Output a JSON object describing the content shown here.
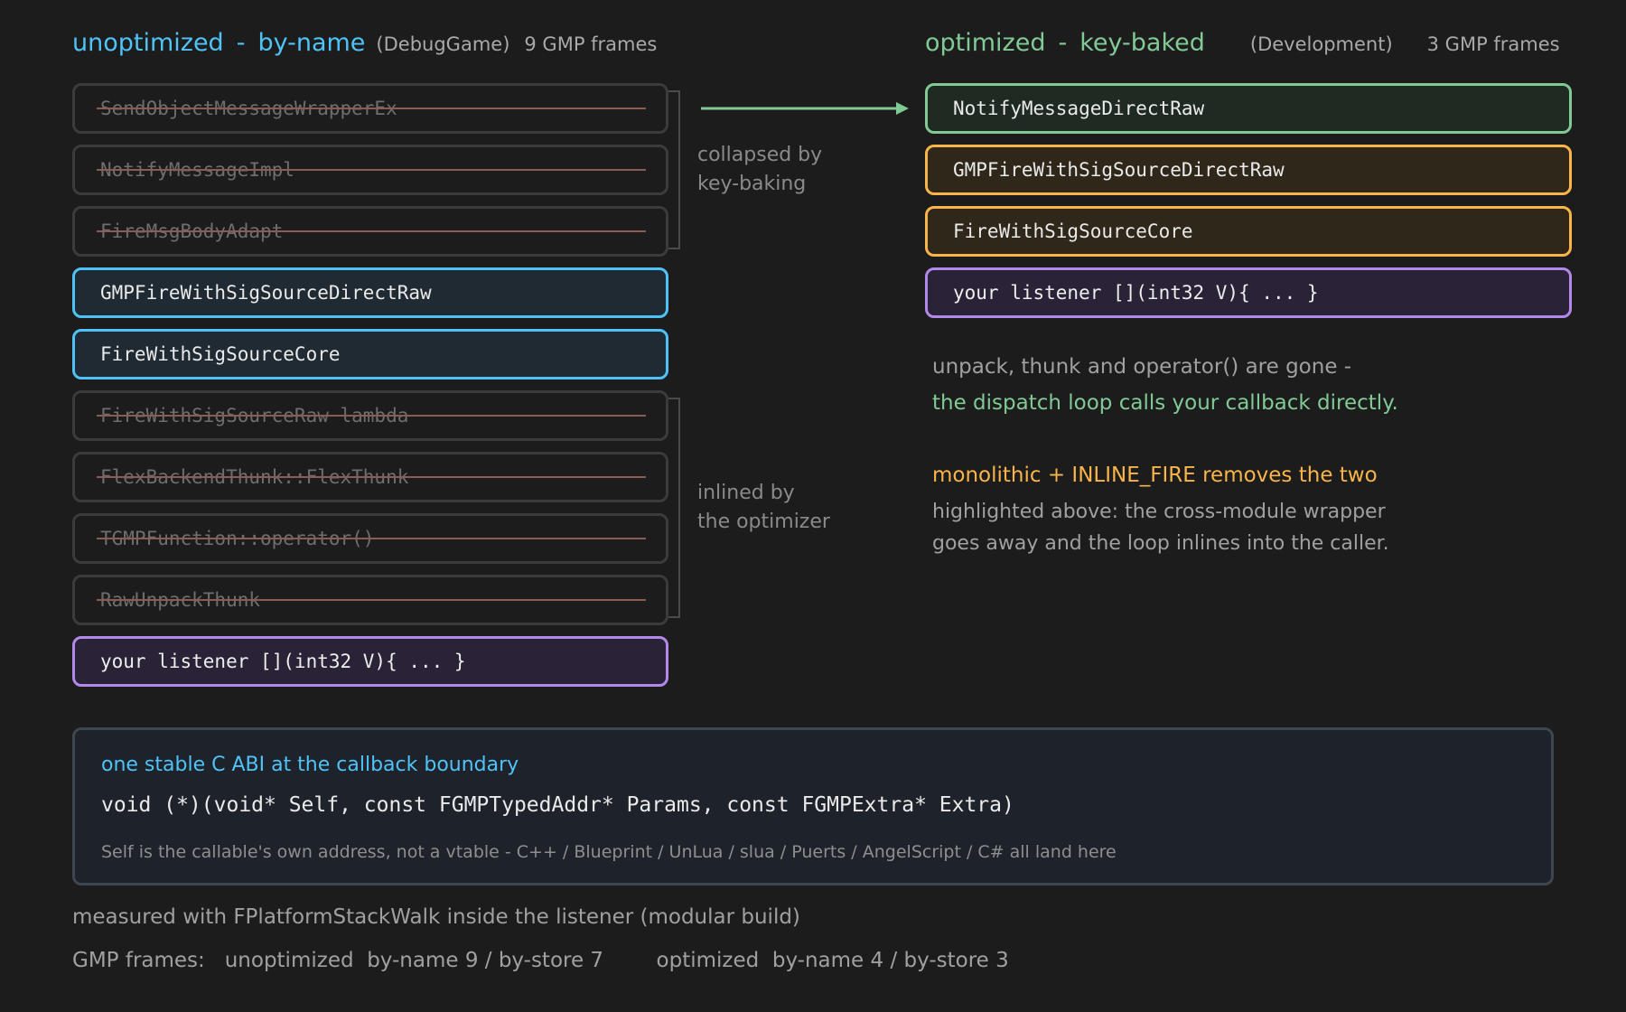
{
  "left_header": {
    "title_a": "unoptimized",
    "dash": "-",
    "title_b": "by-name",
    "build": "(DebugGame)",
    "count": "9 GMP frames"
  },
  "right_header": {
    "title_a": "optimized",
    "dash": "-",
    "title_b": "key-baked",
    "build": "(Development)",
    "count": "3 GMP frames"
  },
  "left_stack": [
    {
      "label": "SendObjectMessageWrapperEx",
      "state": "removed"
    },
    {
      "label": "NotifyMessageImpl",
      "state": "removed"
    },
    {
      "label": "FireMsgBodyAdapt",
      "state": "removed"
    },
    {
      "label": "GMPFireWithSigSourceDirectRaw",
      "state": "kept"
    },
    {
      "label": "FireWithSigSourceCore",
      "state": "kept"
    },
    {
      "label": "FireWithSigSourceRaw lambda",
      "state": "removed"
    },
    {
      "label": "FlexBackendThunk::FlexThunk",
      "state": "removed"
    },
    {
      "label": "TGMPFunction::operator()",
      "state": "removed"
    },
    {
      "label": "RawUnpackThunk",
      "state": "removed"
    },
    {
      "label": "your listener  [](int32 V){ ... }",
      "state": "listener"
    }
  ],
  "right_stack": [
    {
      "label": "NotifyMessageDirectRaw",
      "state": "kept-green"
    },
    {
      "label": "GMPFireWithSigSourceDirectRaw",
      "state": "kept-amber"
    },
    {
      "label": "FireWithSigSourceCore",
      "state": "kept-amber"
    },
    {
      "label": "your listener  [](int32 V){ ... }",
      "state": "listener"
    }
  ],
  "notes": {
    "collapsed_line1": "collapsed by",
    "collapsed_line2": "key-baking",
    "inlined_line1": "inlined by",
    "inlined_line2": "the optimizer"
  },
  "explain": {
    "line1": "unpack, thunk and operator() are gone -",
    "line2": "the dispatch loop calls your callback directly.",
    "line3": "monolithic + INLINE_FIRE removes the two",
    "line4": "highlighted above: the cross-module wrapper",
    "line5": "goes away and the loop inlines into the caller."
  },
  "abi": {
    "heading": "one stable C ABI at the callback boundary",
    "signature": "void (*)(void* Self, const FGMPTypedAddr* Params, const FGMPExtra* Extra)",
    "detail": "Self is the callable's own address, not a vtable   -   C++ / Blueprint / UnLua / slua / Puerts / AngelScript / C# all land here"
  },
  "footer": {
    "line1": "measured with FPlatformStackWalk inside the listener  (modular build)",
    "line2": "GMP frames:   unoptimized  by-name 9 / by-store 7        optimized  by-name 4 / by-store 3"
  },
  "colors": {
    "background": "#1c1c1c",
    "blue": "#4fc3f7",
    "green": "#81c995",
    "amber": "#f9b44a",
    "purple": "#b388eb",
    "strike": "#8a5c55"
  }
}
